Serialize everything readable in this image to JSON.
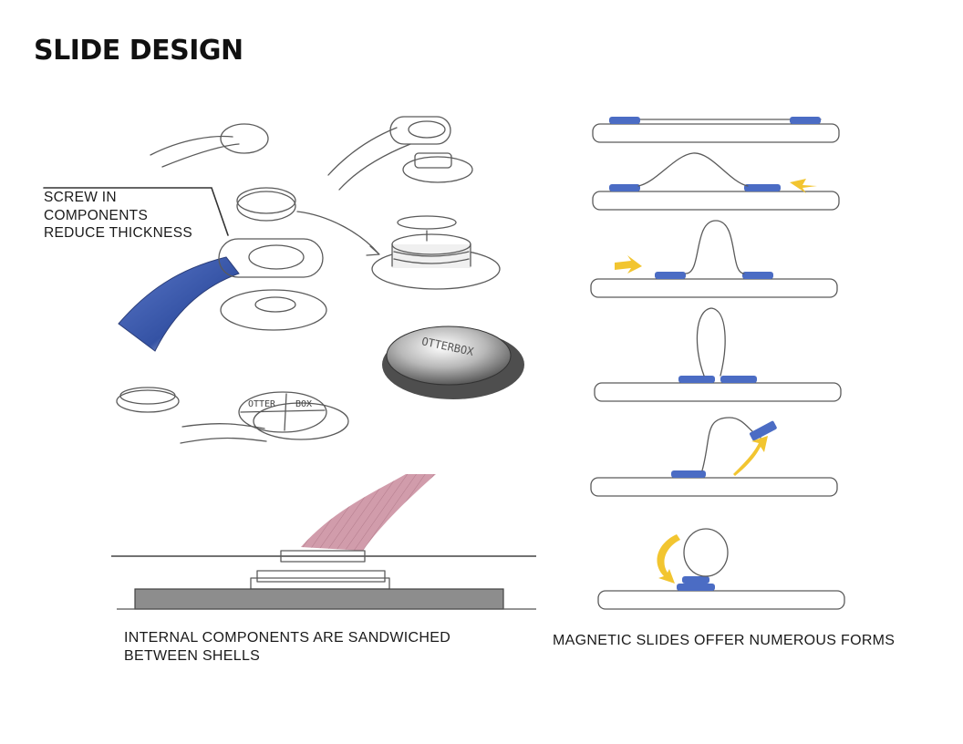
{
  "page": {
    "title": "SLIDE DESIGN"
  },
  "callout": {
    "lines": [
      "SCREW IN",
      "COMPONENTS",
      "REDUCE THICKNESS"
    ]
  },
  "captions": {
    "left": [
      "INTERNAL COMPONENTS ARE SANDWICHED",
      "BETWEEN SHELLS"
    ],
    "right": "MAGNETIC SLIDES OFFER NUMEROUS FORMS"
  },
  "sketch_text": {
    "button_top": "OTTER",
    "button_bottom": "BOX",
    "puck_logo": "OTTERBOX"
  },
  "colors": {
    "strap_blue": "#3f5fb0",
    "magnet_blue": "#4b6cc4",
    "strap_red": "#c98a9c",
    "arrow_yellow": "#f2c530",
    "pencil": "#5a5a5a"
  },
  "icons": [
    "yellow-arrow-icon"
  ]
}
